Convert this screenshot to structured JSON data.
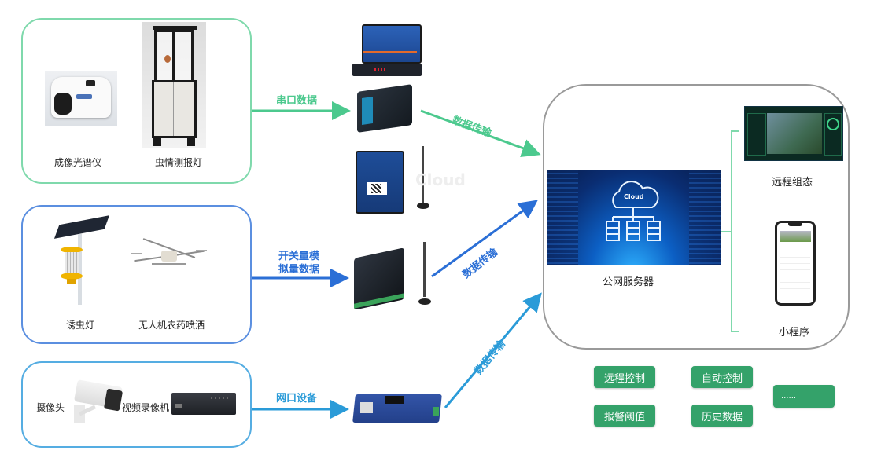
{
  "groups": [
    {
      "id": "sensing",
      "items": [
        "成像光谱仪",
        "虫情测报灯"
      ],
      "edge_label": "串口数据",
      "color": "#4cc98e"
    },
    {
      "id": "control",
      "items": [
        "诱虫灯",
        "无人机农药喷洒"
      ],
      "edge_label_lines": [
        "开关量模",
        "拟量数据"
      ],
      "color": "#2b6fd6"
    },
    {
      "id": "video",
      "items": [
        "摄像头",
        "视频录像机"
      ],
      "edge_label": "网口设备",
      "color": "#2a9bd8"
    }
  ],
  "transmission_labels": [
    "数据传输",
    "数据传输",
    "数据传输"
  ],
  "watermark": "Cloud",
  "server": {
    "label": "公网服务器",
    "image_text": "Cloud"
  },
  "outputs": [
    {
      "label": "远程组态"
    },
    {
      "label": "小程序"
    }
  ],
  "features": [
    "远程控制",
    "自动控制",
    "报警阈值",
    "历史数据",
    "......"
  ],
  "colors": {
    "green": "#4cc98e",
    "blue": "#2b6fd6",
    "light_blue": "#2a9bd8",
    "tag_green": "#34a26a",
    "server_border": "#9a9a9a"
  }
}
